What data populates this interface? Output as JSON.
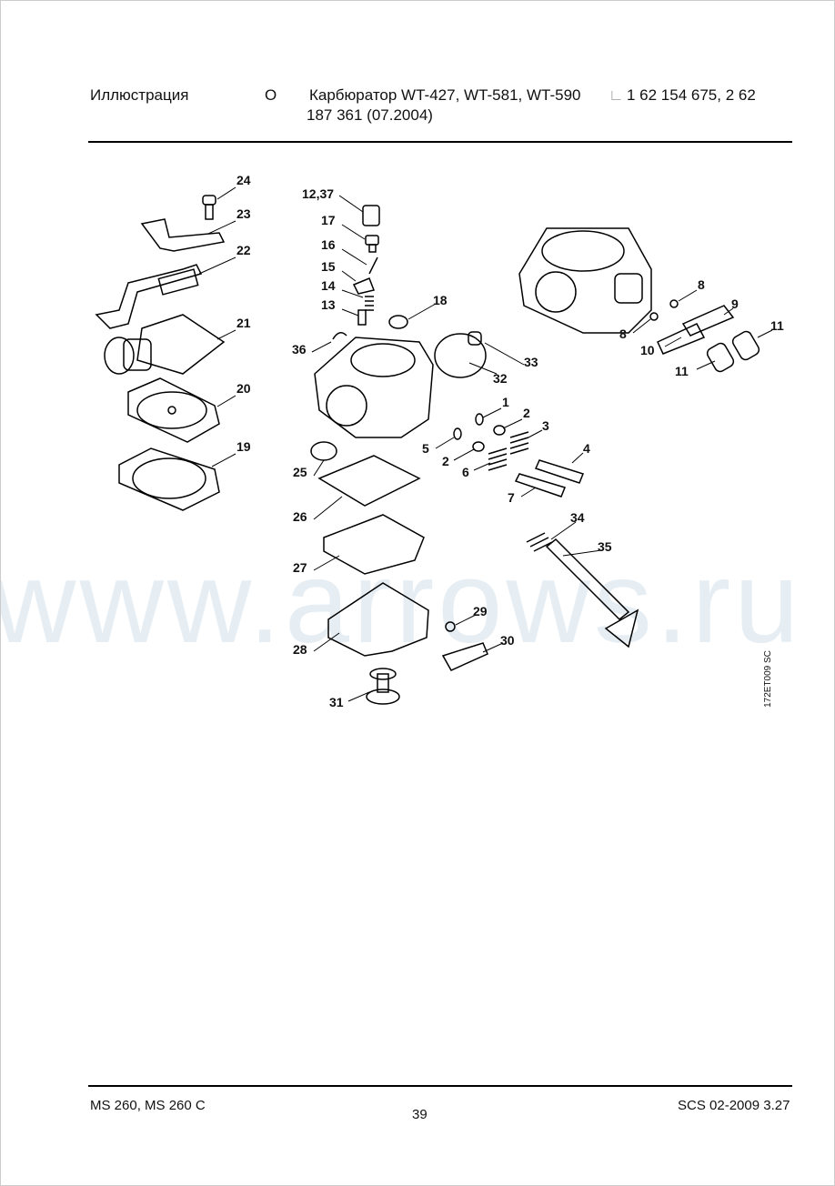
{
  "header": {
    "section": "Иллюстрация",
    "marker": "O",
    "title_line1": "Карбюратор WT-427, WT-581, WT-590",
    "corner_symbol": "∟",
    "title_line1_tail": "1 62 154 675, 2 62",
    "title_line2": "187 361 (07.2004)"
  },
  "watermark": "www.arrows.ru",
  "figure_code": "172ET009 SC",
  "callouts": [
    "24",
    "23",
    "22",
    "21",
    "20",
    "19",
    "12,37",
    "17",
    "16",
    "15",
    "14",
    "13",
    "18",
    "36",
    "33",
    "32",
    "8",
    "9",
    "8",
    "10",
    "11",
    "11",
    "1",
    "2",
    "3",
    "4",
    "5",
    "2",
    "6",
    "7",
    "25",
    "26",
    "27",
    "28",
    "29",
    "30",
    "31",
    "34",
    "35"
  ],
  "footer": {
    "model": "MS 260, MS 260 C",
    "page": "39",
    "doc_ref": "SCS 02-2009 3.27"
  }
}
